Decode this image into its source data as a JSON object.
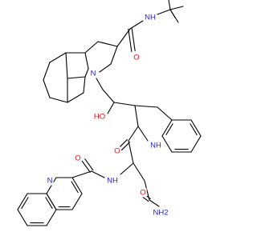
{
  "molecule": {
    "labels": {
      "amide_nh_top": "NH",
      "amide_o_top": "O",
      "ring_n": "N",
      "hydroxyl": "HO",
      "amide_o_mid": "O",
      "amide_nh_mid": "NH",
      "amide_o_left": "O",
      "quinoline_n": "N",
      "amide_nh_low": "NH",
      "amide_o_low": "O",
      "amine_nh2": "NH2"
    },
    "colors": {
      "bond": "#000000",
      "nitrogen": "#1f1fd8",
      "oxygen": "#e8141c"
    }
  }
}
